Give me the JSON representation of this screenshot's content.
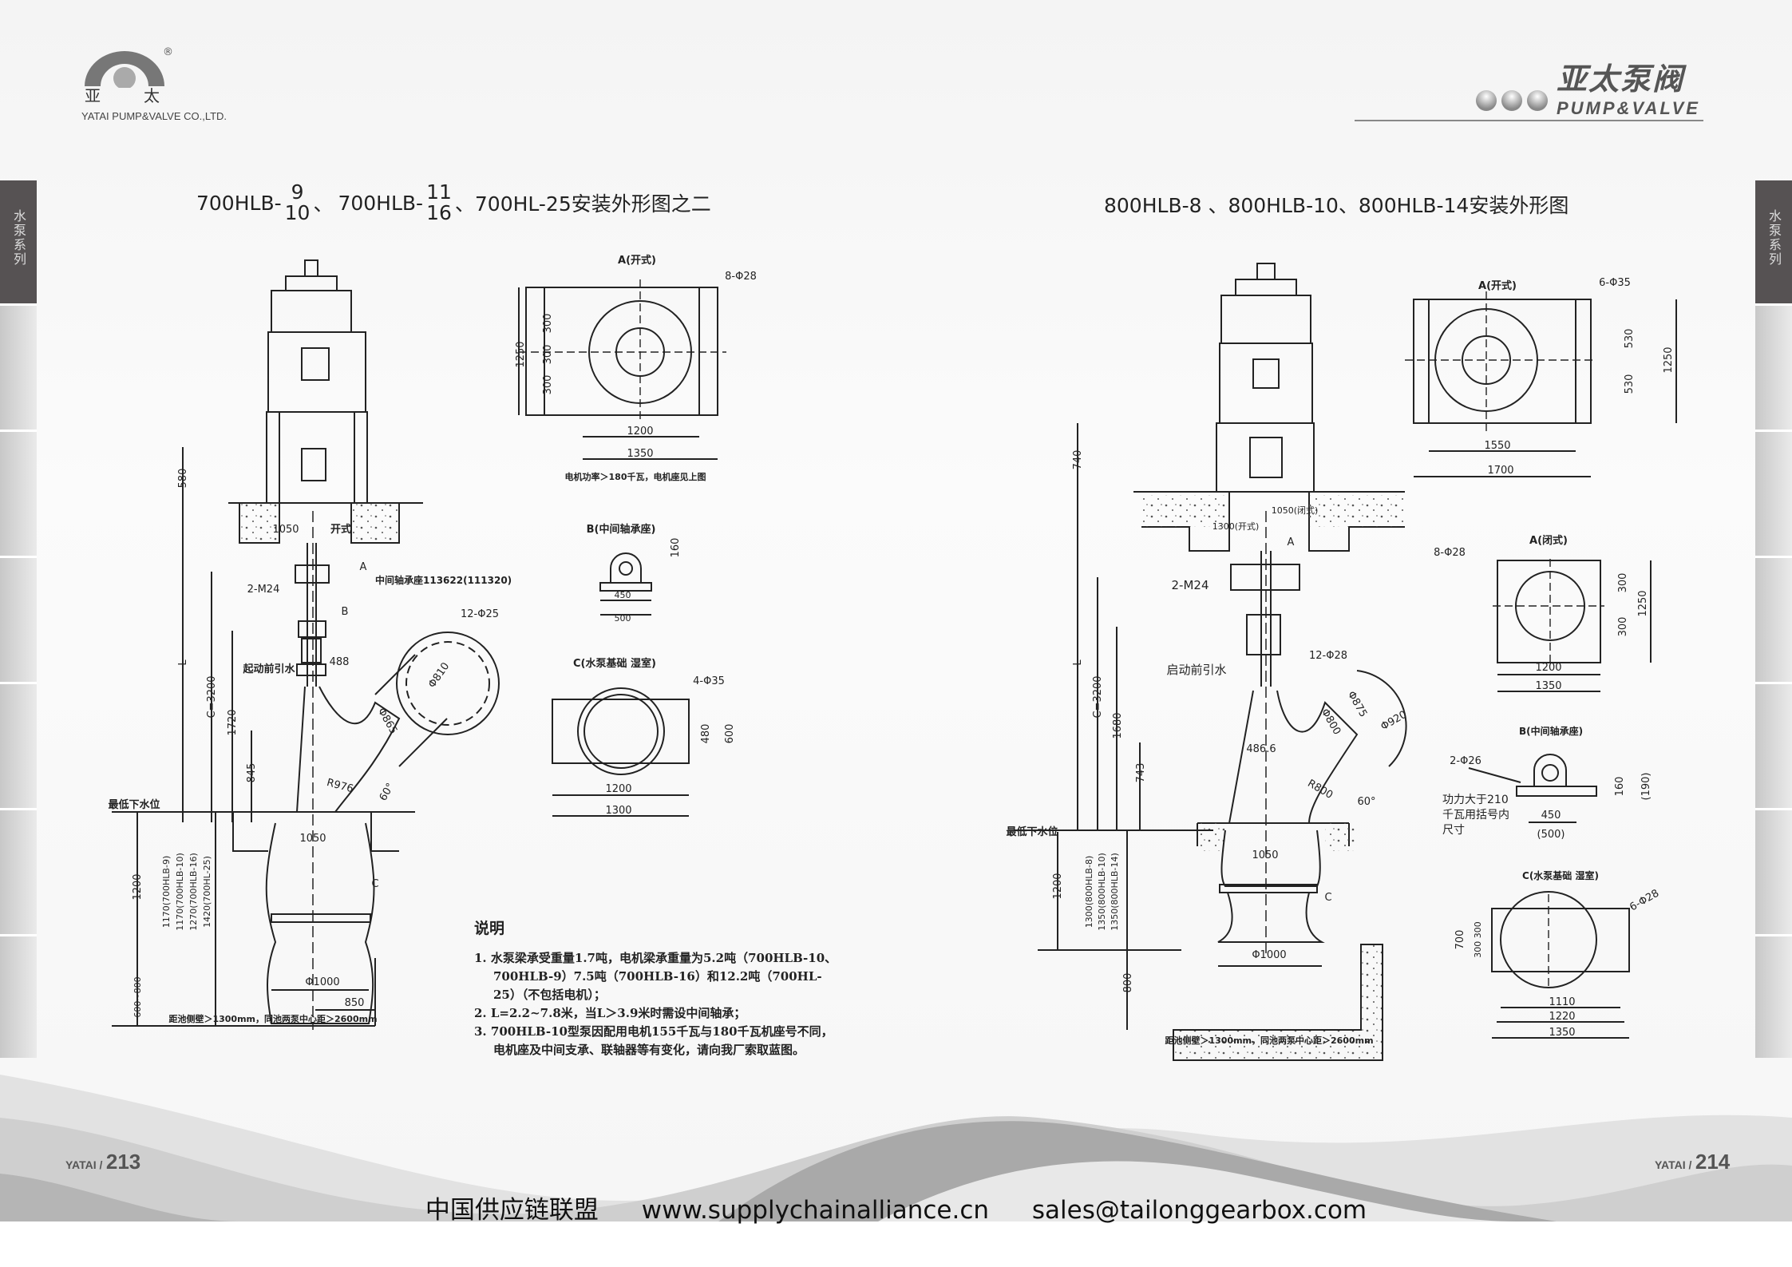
{
  "header": {
    "logo_left_cn": [
      "亚",
      "太"
    ],
    "logo_left_en": "YATAI PUMP&VALVE CO.,LTD.",
    "logo_left_mark": "®",
    "brand_cn": "亚太泵阀",
    "brand_en": "PUMP&VALVE"
  },
  "side_tab_label": "水泵系列",
  "left_page": {
    "title": {
      "prefix1": "700HLB-",
      "num1": "9",
      "den1": "10",
      "sep1": "、",
      "prefix2": "700HLB-",
      "num2": "11",
      "den2": "16",
      "rest": "、700HL-25安装外形图之二"
    },
    "labels": {
      "a_open": "A(开式)",
      "a_holes": "8-Φ28",
      "a_1250": "1250",
      "a_300": "300",
      "a_1200": "1200",
      "a_1350": "1350",
      "a_note": "电机功率＞180千瓦，电机座见上图",
      "b_title": "B(中间轴承座)",
      "b_160": "160",
      "b_450": "450",
      "b_500": "500",
      "c_title": "C(水泵基础 湿室)",
      "c_holes": "4-Φ35",
      "c_480": "480",
      "c_600": "600",
      "c_1200": "1200",
      "c_1300": "1300",
      "d580": "580",
      "d1050_top": "1050",
      "open_type": "开式",
      "arrow_a": "A",
      "mid_bearing": "中间轴承座113622(111320)",
      "m24": "2-M24",
      "arrow_b": "B",
      "L": "L",
      "c3200": "C=3200",
      "prime": "起动前引水",
      "d488": "488",
      "flange_holes": "12-Φ25",
      "phi810": "Φ810",
      "phi865": "Φ865",
      "d1720": "1720",
      "d845": "845",
      "r976": "R976",
      "deg60": "60°",
      "low_water": "最低下水位",
      "d1050_bot": "1050",
      "arrow_c": "C",
      "d1200": "1200",
      "sub1": "1170(700HLB-9)",
      "sub2": "1170(700HLB-10)",
      "sub3": "1270(700HLB-16)",
      "sub4": "1420(700HL-25)",
      "phi1000": "Φ1000",
      "d850": "850",
      "d600_800": "600~800",
      "wall_note": "距池侧壁＞1300mm，同池两泵中心距＞2600mm"
    },
    "notes": {
      "heading": "说明",
      "items": [
        "1. 水泵梁承受重量1.7吨，电机梁承重量为5.2吨（700HLB-10、700HLB-9）7.5吨（700HLB-16）和12.2吨（700HL-25）（不包括电机）；",
        "2. L=2.2~7.8米，当L＞3.9米时需设中间轴承；",
        "3. 700HLB-10型泵因配用电机155千瓦与180千瓦机座号不同，电机座及中间支承、联轴器等有变化，请向我厂索取蓝图。"
      ]
    },
    "page_prefix": "YATAI /",
    "page_number": "213"
  },
  "right_page": {
    "title": "800HLB-8 、800HLB-10、800HLB-14安装外形图",
    "labels": {
      "a_open": "A(开式)",
      "a_holes": "6-Φ35",
      "a_530": "530",
      "a_1250": "1250",
      "a_1550": "1550",
      "a_1700": "1700",
      "d740": "740",
      "closed_1050": "1050(闭式)",
      "open_1300": "1300(开式)",
      "arrow_a": "A",
      "ac_holes": "8-Φ28",
      "ac_title": "A(闭式)",
      "ac_300": "300",
      "ac_1250": "1250",
      "ac_1200": "1200",
      "ac_1350": "1350",
      "m24": "2-M24",
      "L": "L",
      "c3200": "C=3200",
      "d1680": "1680",
      "d743": "743",
      "prime": "启动前引水",
      "flange_holes": "12-Φ28",
      "phi875": "Φ875",
      "phi800": "Φ800",
      "phi920": "Φ920",
      "d486": "486.6",
      "r800": "R800",
      "deg60": "60°",
      "b_title": "B(中间轴承座)",
      "b_holes": "2-Φ26",
      "b_160": "160",
      "b_190": "(190)",
      "b_note1": "功力大于210",
      "b_note2": "千瓦用括号内",
      "b_note3": "尺寸",
      "b_450": "450",
      "b_500": "(500)",
      "low_water": "最低下水位",
      "d1050": "1050",
      "arrow_c": "C",
      "d1200": "1200",
      "sub1": "1300(800HLB-8)",
      "sub2": "1350(800HLB-10)",
      "sub3": "1350(800HLB-14)",
      "d800": "800",
      "phi1000": "Φ1000",
      "c_title": "C(水泵基础 湿室)",
      "c_holes": "6-Φ28",
      "c_700": "700",
      "c_300": "300 300",
      "c_1110": "1110",
      "c_1220": "1220",
      "c_1350": "1350",
      "wall_note": "距池侧壁＞1300mm，同池两泵中心距＞2600mm"
    },
    "page_prefix": "YATAI /",
    "page_number": "214"
  },
  "footer": {
    "org": "中国供应链联盟",
    "website": "www.supplychainalliance.cn",
    "email": "sales@tailonggearbox.com"
  }
}
